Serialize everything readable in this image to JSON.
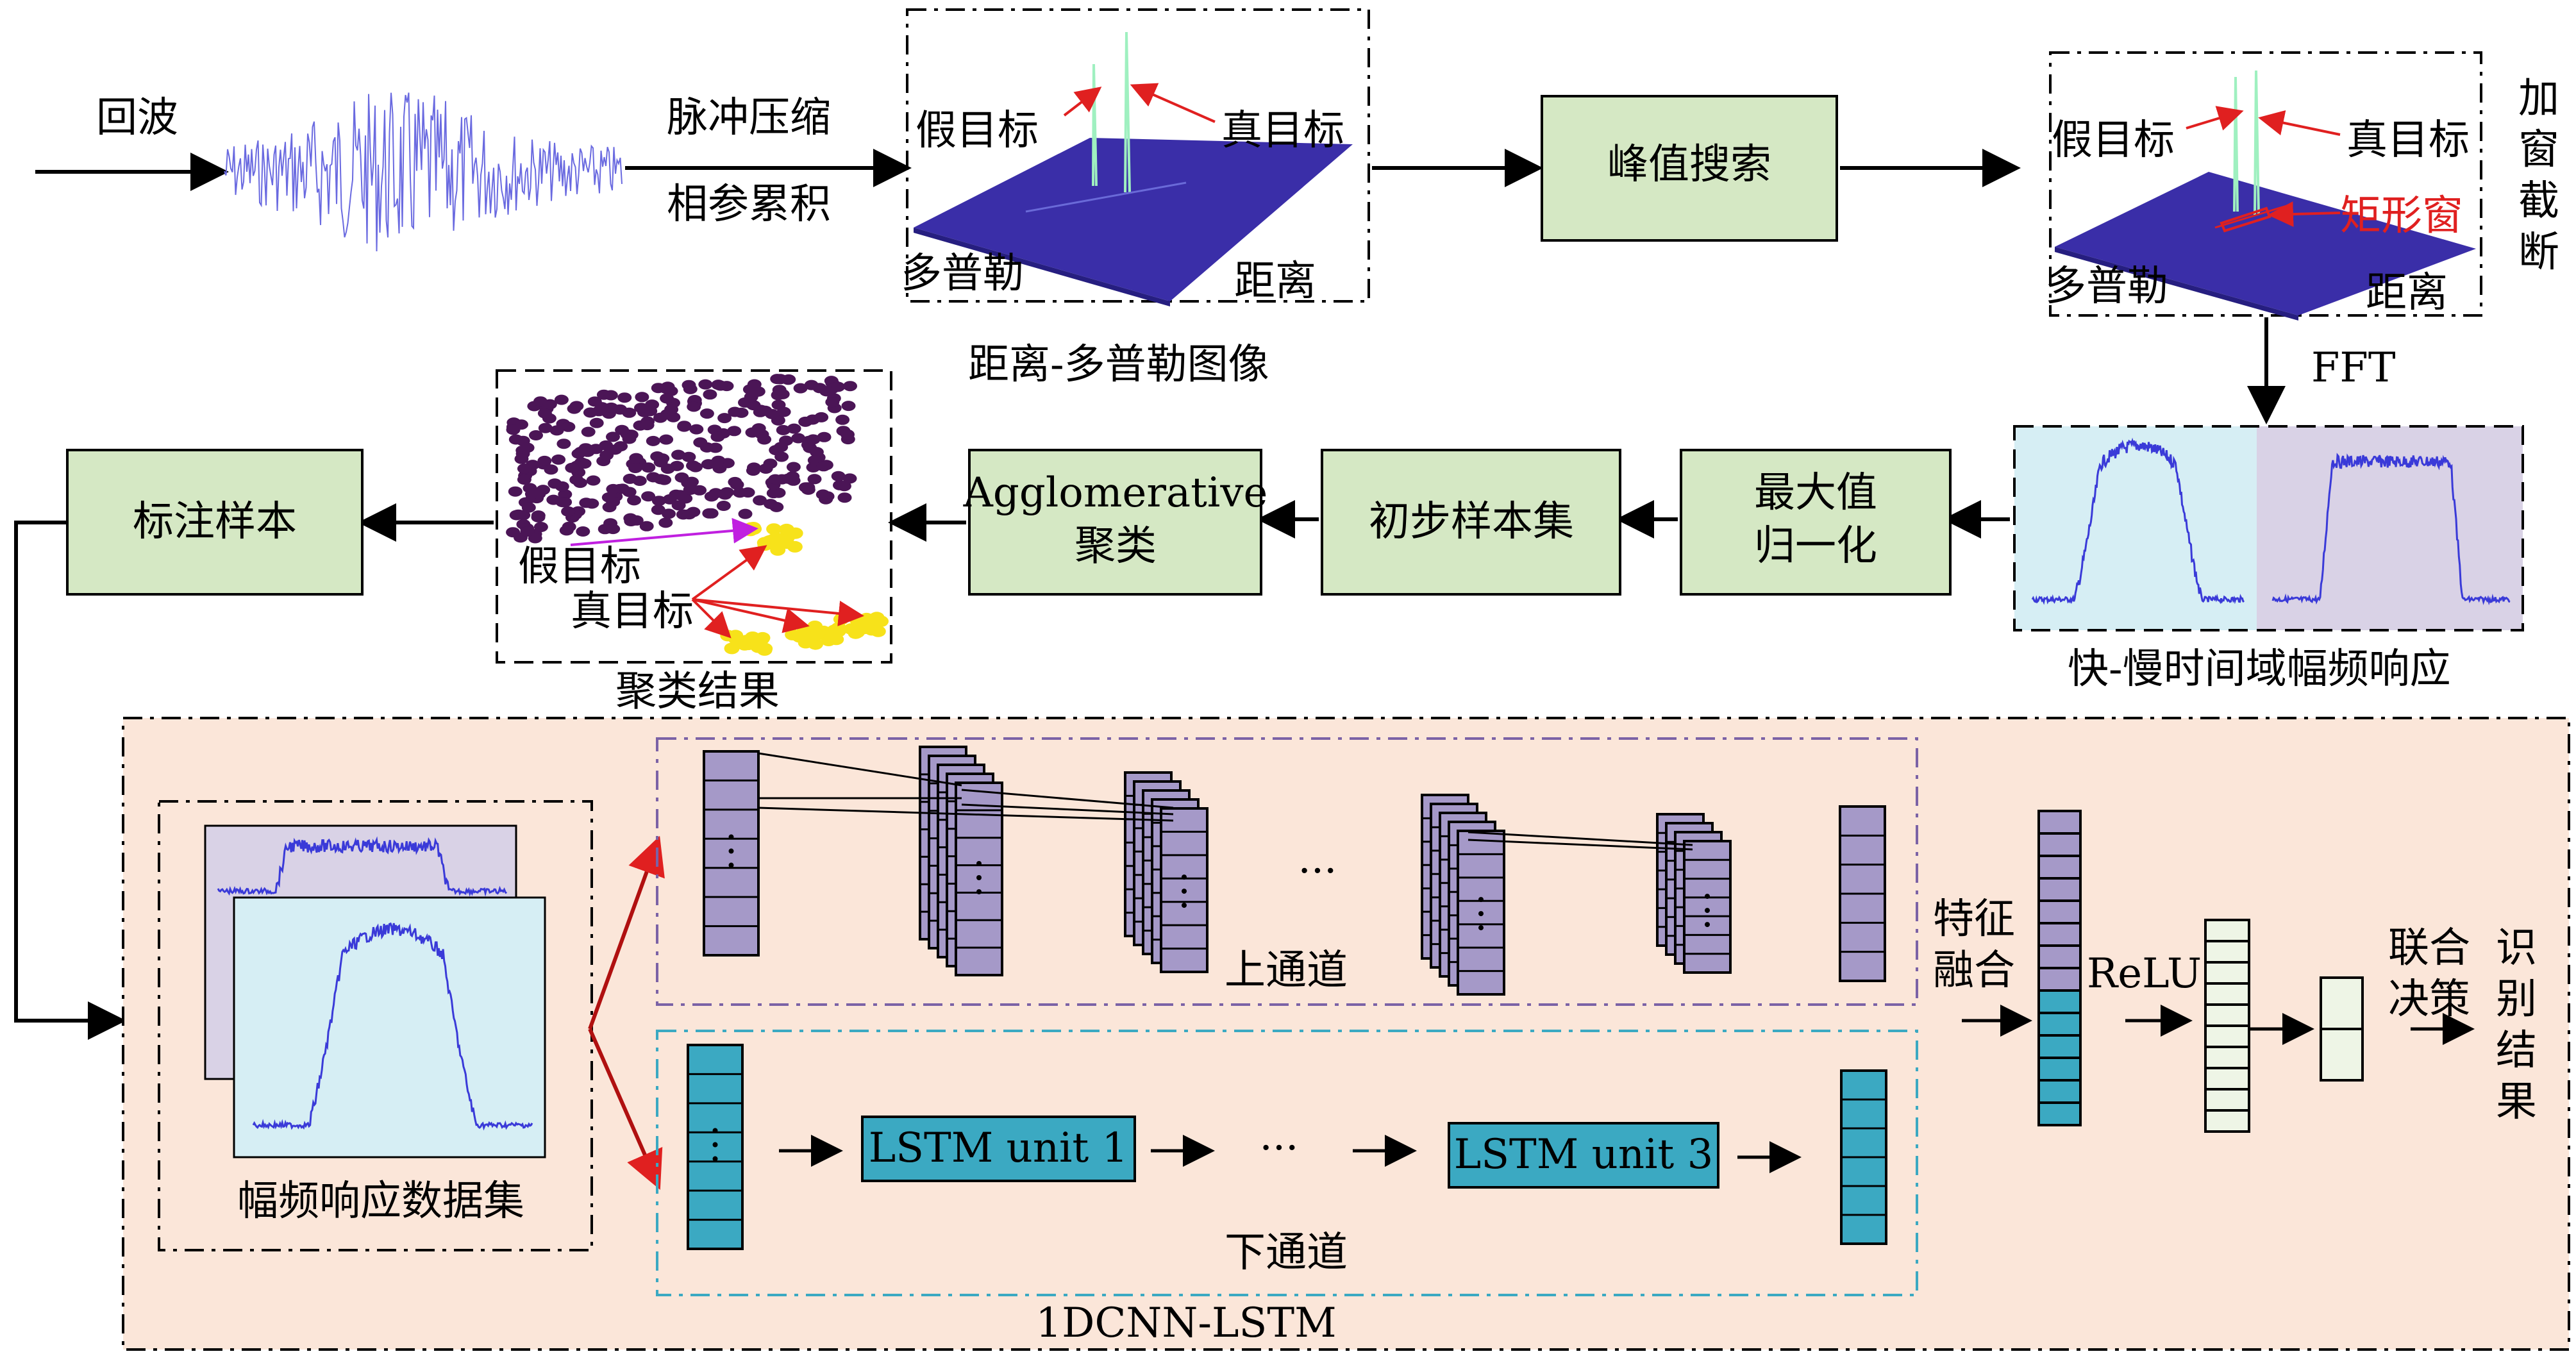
{
  "labels": {
    "echo": "回波",
    "pulse_compression": "脉冲压缩",
    "coherent_accumulation": "相参累积",
    "fake_target": "假目标",
    "true_target": "真目标",
    "doppler": "多普勒",
    "range": "距离",
    "rd_image": "距离-多普勒图像",
    "peak_search": "峰值搜索",
    "rect_window": "矩形窗",
    "window_truncation": [
      "加",
      "窗",
      "截",
      "断"
    ],
    "fft": "FFT",
    "fast_slow_response": "快-慢时间域幅频响应",
    "max_norm_line1": "最大值",
    "max_norm_line2": "归一化",
    "initial_samples": "初步样本集",
    "agglomerative_line1": "Agglomerative",
    "agglomerative_line2": "聚类",
    "cluster_result": "聚类结果",
    "labeled_samples": "标注样本",
    "dataset": "幅频响应数据集",
    "upper_channel": "上通道",
    "lower_channel": "下通道",
    "ellipsis": "···",
    "lstm_unit_1": "LSTM unit 1",
    "lstm_unit_3": "LSTM unit 3",
    "feature_fusion_line1": "特征",
    "feature_fusion_line2": "融合",
    "relu": "ReLU",
    "joint_decision_line1": "联合",
    "joint_decision_line2": "决策",
    "recognition_result": [
      "识",
      "别",
      "结",
      "果"
    ],
    "network_name": "1DCNN-LSTM"
  },
  "colors": {
    "green_box": "#d5e8c4",
    "cnn_purple": "#a599c8",
    "lstm_teal": "#3ba9c2",
    "light_green": "#eef5e6",
    "bg_peach": "#fbe6d9",
    "panel_blue": "#d6eef4",
    "panel_purple": "#d9d2e6",
    "arrow_red": "#e02020",
    "arrow_magenta": "#c020e0",
    "cluster_purple": "#4b1556",
    "cluster_yellow": "#f7e21a",
    "signal_blue": "#3a3ad8"
  }
}
